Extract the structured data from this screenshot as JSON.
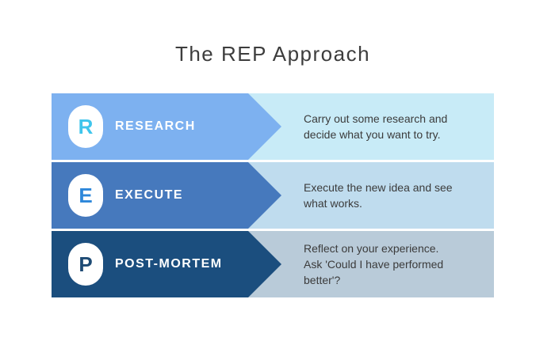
{
  "title": "The REP Approach",
  "colors": {
    "background": "#ffffff",
    "title_text": "#3d3d3d",
    "description_text": "#3b3b3b",
    "label_text": "#ffffff",
    "pill_background": "#ffffff"
  },
  "rows": [
    {
      "letter": "R",
      "label": "RESEARCH",
      "description": "Carry out some research and decide what you want to try.",
      "description_lines": [
        "Carry out some research and",
        "decide what you want to try."
      ],
      "colors": {
        "left": "#7db1f0",
        "right": "#c8ebf7",
        "letter": "#3fc5ec"
      }
    },
    {
      "letter": "E",
      "label": "EXECUTE",
      "description": "Execute the new idea and see what works.",
      "description_lines": [
        "Execute the new idea and see",
        "what works."
      ],
      "colors": {
        "left": "#4679bd",
        "right": "#bfdcee",
        "letter": "#2d87da"
      }
    },
    {
      "letter": "P",
      "label": "POST-MORTEM",
      "description": "Reflect on your experience. Ask 'Could I have performed better'?",
      "description_lines": [
        "Reflect on your experience.",
        "Ask 'Could I have performed",
        "better'?"
      ],
      "colors": {
        "left": "#1b4e7e",
        "right": "#b9cbd9",
        "letter": "#1d4a74"
      }
    }
  ]
}
